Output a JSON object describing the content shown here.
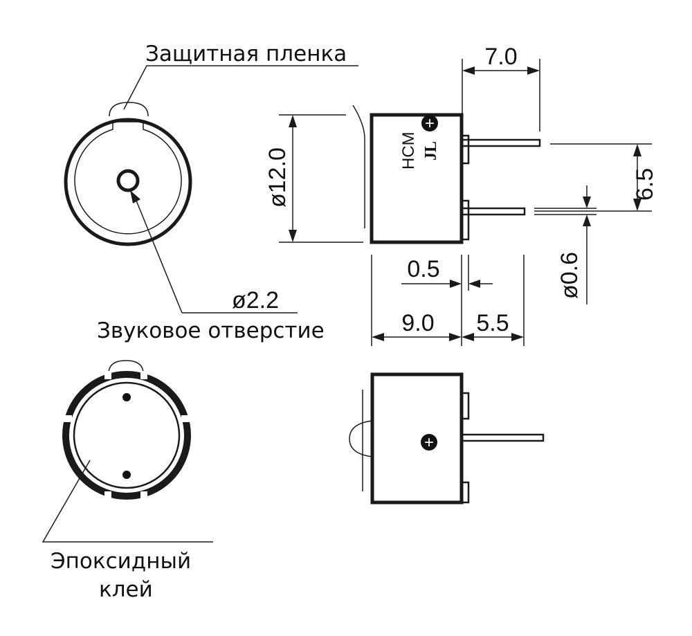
{
  "labels": {
    "protective_film": "Защитная пленка",
    "sound_hole": "Звуковое отверстие",
    "epoxy_line1": "Эпоксидный",
    "epoxy_line2": "клей"
  },
  "dimensions": {
    "hole_diameter": "ø2.2",
    "body_diameter": "ø12.0",
    "pin_length": "7.0",
    "pin_spacing": "6.5",
    "pin_diameter": "ø0.6",
    "shoulder": "0.5",
    "body_height": "9.0",
    "pin_exposed": "5.5"
  },
  "markings": {
    "model": "HCM",
    "brand": "JL",
    "polarity": "+"
  }
}
